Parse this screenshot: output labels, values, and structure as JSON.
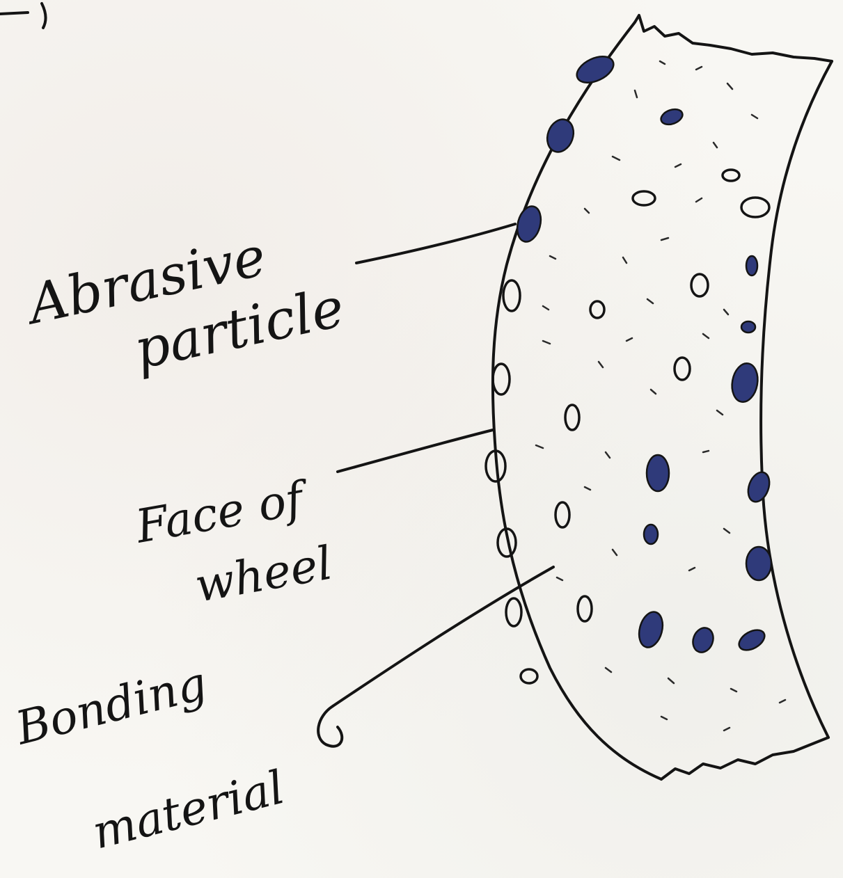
{
  "diagram": {
    "labels": {
      "abrasive_line1": "Abrasive",
      "abrasive_line2": "particle",
      "face_line1": "Face of",
      "face_line2": "wheel",
      "bonding_line1": "Bonding",
      "bonding_line2": "material"
    },
    "colors": {
      "ink": "#141414",
      "grain_fill": "#2f3a7a",
      "paper": "#f8f7f3"
    }
  }
}
